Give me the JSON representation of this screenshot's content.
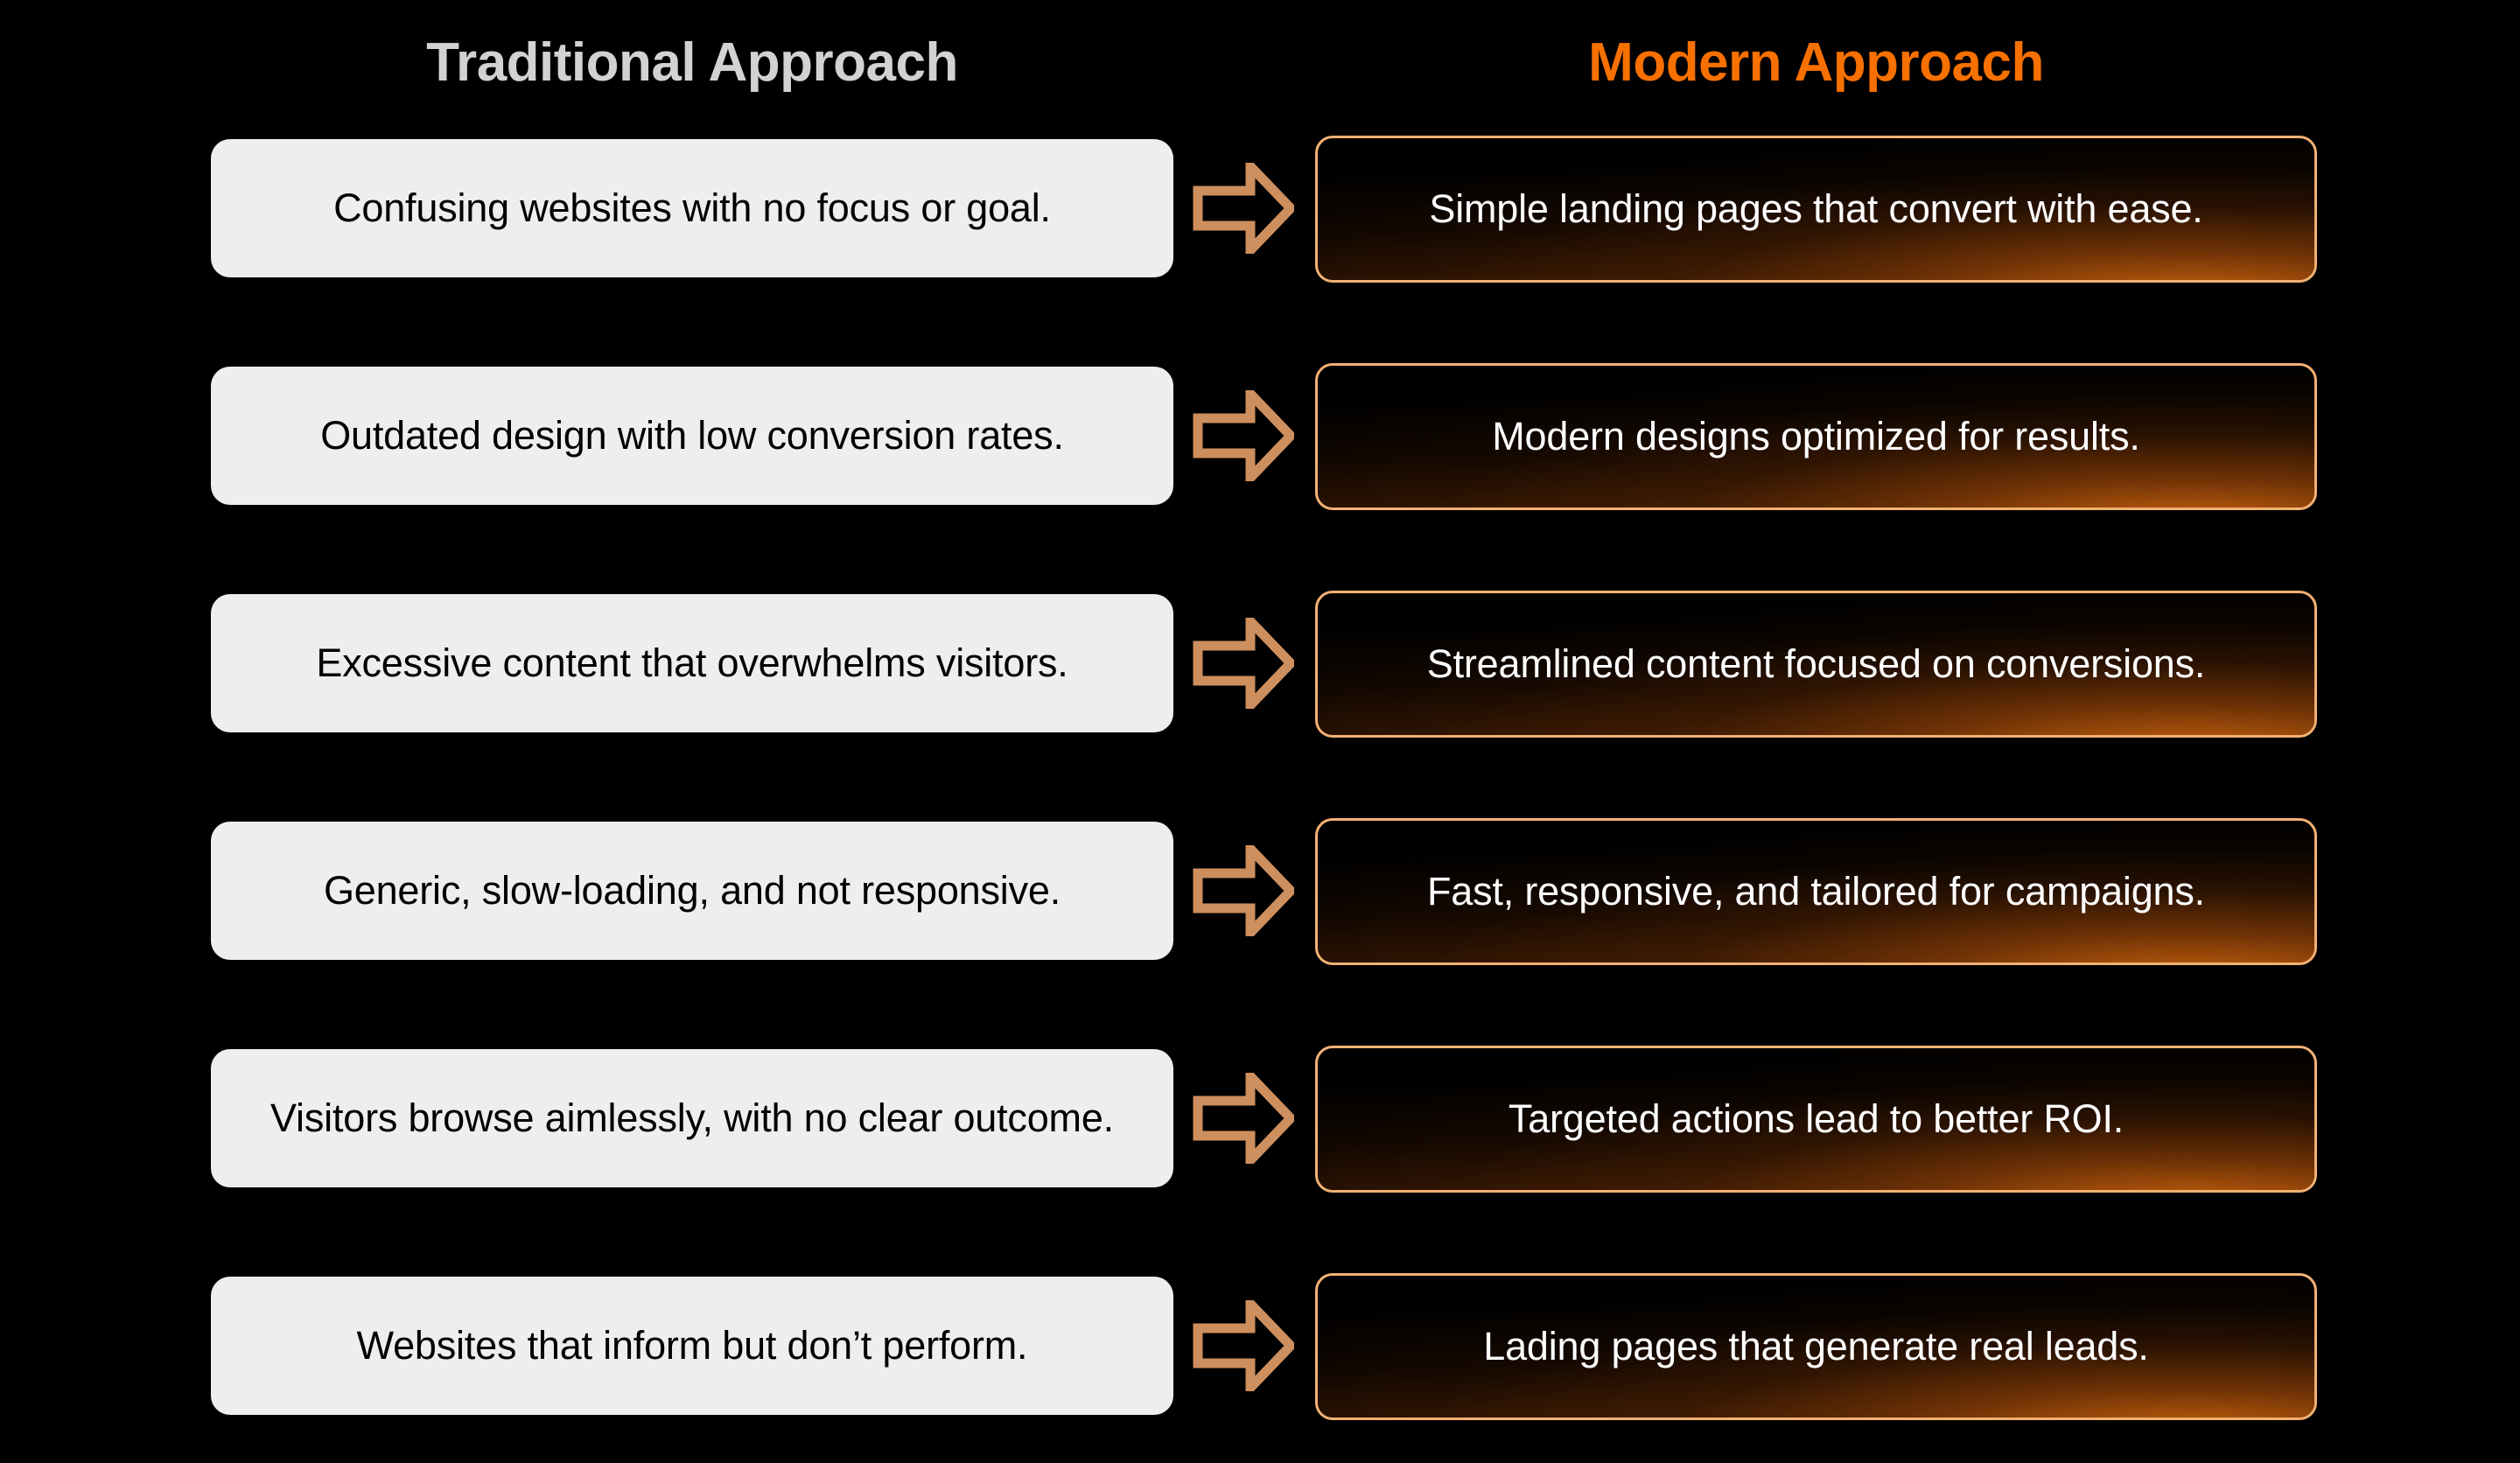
{
  "headers": {
    "left": "Traditional Approach",
    "right": "Modern Approach",
    "left_color": "#d2d2d2",
    "right_color": "#f87000"
  },
  "theme": {
    "background": "#000000",
    "left_card_bg": "#eeeeee",
    "left_card_text": "#000000",
    "right_card_border": "#f2b174",
    "right_card_text": "#ffffff",
    "right_card_glow": "#d6680e",
    "arrow_color": "#ce8f5e"
  },
  "arrow": {
    "icon": "arrow-right-outline-icon"
  },
  "rows": [
    {
      "left": "Confusing websites with no focus or goal.",
      "right": "Simple landing pages that convert with ease."
    },
    {
      "left": "Outdated design with low conversion rates.",
      "right": "Modern designs optimized for results."
    },
    {
      "left": "Excessive content that overwhelms visitors.",
      "right": "Streamlined content focused on conversions."
    },
    {
      "left": "Generic, slow-loading, and not responsive.",
      "right": "Fast, responsive, and tailored for campaigns."
    },
    {
      "left": "Visitors browse aimlessly, with no clear outcome.",
      "right": "Targeted actions lead to better ROI."
    },
    {
      "left": "Websites that inform but don’t perform.",
      "right": "Lading pages that generate real leads."
    }
  ]
}
